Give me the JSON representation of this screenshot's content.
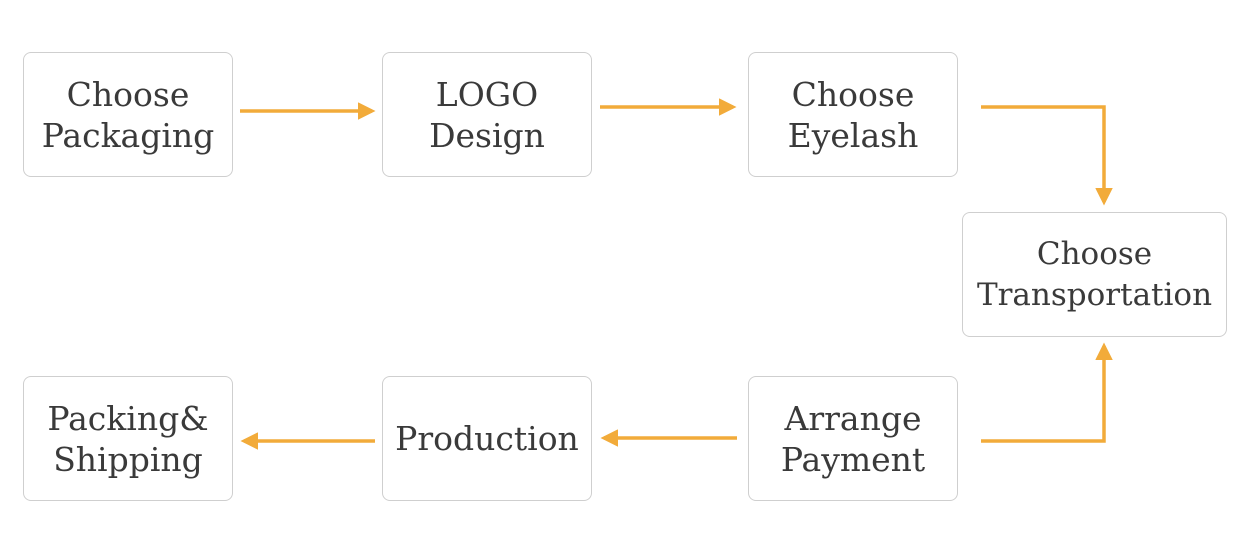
{
  "colors": {
    "arrow": "#f2ab3a",
    "box_border": "#cfcfcf",
    "text": "#3a3a3a",
    "background": "#ffffff"
  },
  "steps": [
    {
      "label": "Choose\nPackaging"
    },
    {
      "label": "LOGO\nDesign"
    },
    {
      "label": "Choose\nEyelash"
    },
    {
      "label": "Choose\nTransportation"
    },
    {
      "label": "Arrange\nPayment"
    },
    {
      "label": "Production"
    },
    {
      "label": "Packing&\nShipping"
    }
  ]
}
